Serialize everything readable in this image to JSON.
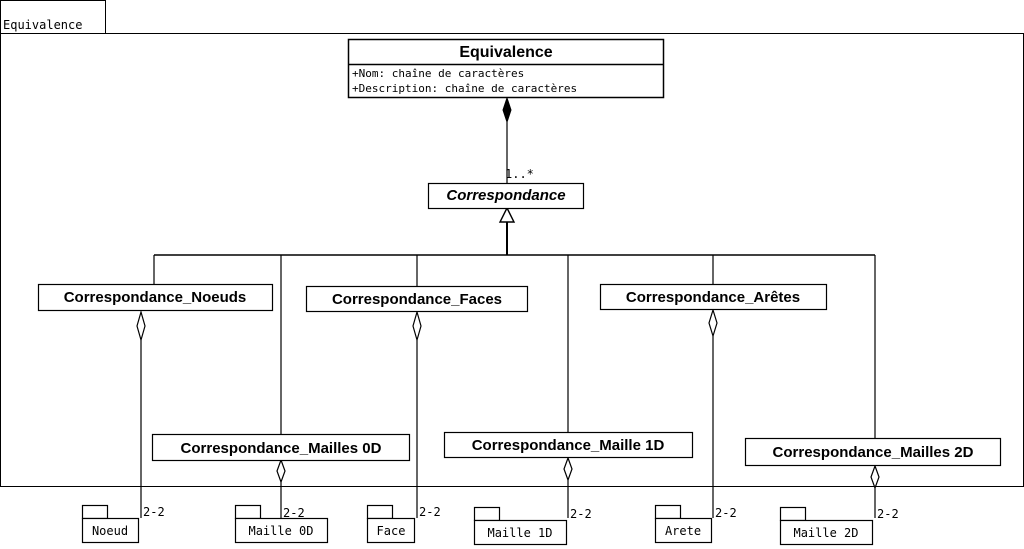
{
  "package": {
    "label": "Equivalence"
  },
  "classes": {
    "equivalence": {
      "name": "Equivalence",
      "attributes": [
        "+Nom: chaîne de caractères",
        "+Description: chaîne de caractères"
      ]
    },
    "correspondance": {
      "name": "Correspondance"
    },
    "noeuds": {
      "name": "Correspondance_Noeuds"
    },
    "faces": {
      "name": "Correspondance_Faces"
    },
    "aretes": {
      "name": "Correspondance_Arêtes"
    },
    "mailles0d": {
      "name": "Correspondance_Mailles 0D"
    },
    "maille1d": {
      "name": "Correspondance_Maille 1D"
    },
    "mailles2d": {
      "name": "Correspondance_Mailles 2D"
    }
  },
  "multiplicities": {
    "composition": "1..*",
    "aggregation": "2-2"
  },
  "packages": {
    "noeud": "Noeud",
    "maille0d": "Maille 0D",
    "face": "Face",
    "maille1d": "Maille 1D",
    "arete": "Arete",
    "maille2d": "Maille 2D"
  }
}
